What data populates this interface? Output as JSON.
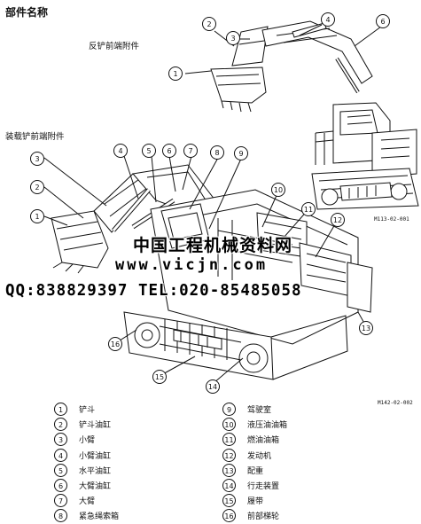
{
  "page_title": "部件名称",
  "sections": {
    "backhoe_title": "反铲前端附件",
    "loader_title": "装载铲前端附件"
  },
  "figure_codes": {
    "top": "M113-02-001",
    "bottom": "M142-02-002"
  },
  "top_callouts": [
    "1",
    "2",
    "3",
    "4",
    "6"
  ],
  "bottom_callouts": [
    "1",
    "2",
    "3",
    "4",
    "5",
    "6",
    "7",
    "8",
    "9",
    "10",
    "11",
    "12",
    "13",
    "14",
    "15",
    "16"
  ],
  "watermark": {
    "line1": "中国工程机械资料网",
    "line2": "www.vicjn.com",
    "line3": "QQ:838829397 TEL:020-85485058"
  },
  "legend_left": [
    {
      "num": "1",
      "label": "铲斗"
    },
    {
      "num": "2",
      "label": "铲斗油缸"
    },
    {
      "num": "3",
      "label": "小臂"
    },
    {
      "num": "4",
      "label": "小臂油缸"
    },
    {
      "num": "5",
      "label": "水平油缸"
    },
    {
      "num": "6",
      "label": "大臂油缸"
    },
    {
      "num": "7",
      "label": "大臂"
    },
    {
      "num": "8",
      "label": "紧急绳索箱"
    }
  ],
  "legend_right": [
    {
      "num": "9",
      "label": "驾驶室"
    },
    {
      "num": "10",
      "label": "液压油油箱"
    },
    {
      "num": "11",
      "label": "燃油油箱"
    },
    {
      "num": "12",
      "label": "发动机"
    },
    {
      "num": "13",
      "label": "配重"
    },
    {
      "num": "14",
      "label": "行走装置"
    },
    {
      "num": "15",
      "label": "履带"
    },
    {
      "num": "16",
      "label": "前部梯轮"
    }
  ]
}
